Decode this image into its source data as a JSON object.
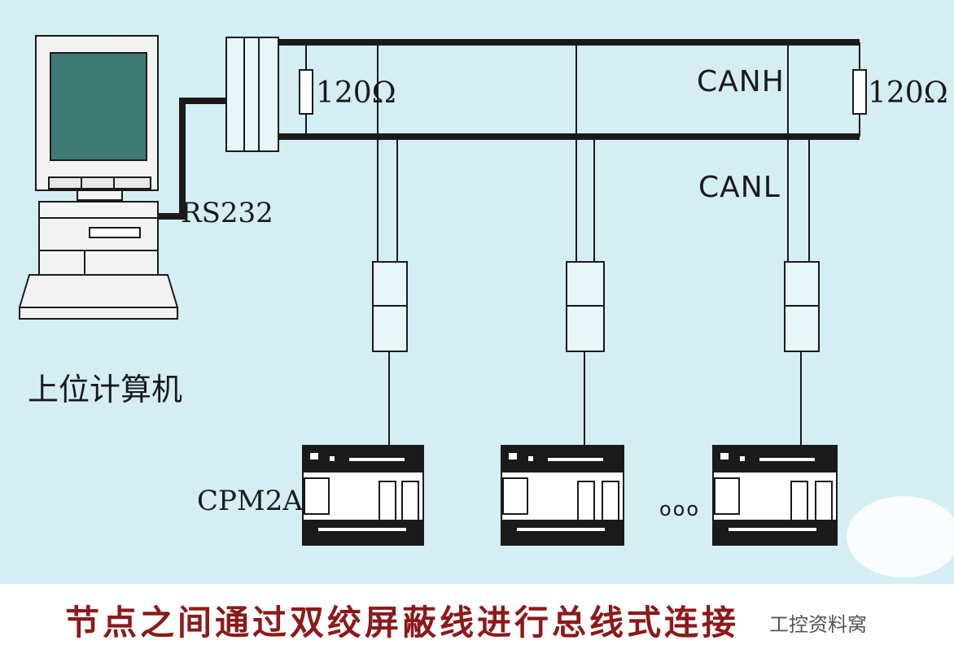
{
  "diagram": {
    "left_resistor_label": "120Ω",
    "right_resistor_label": "120Ω",
    "canh_label": "CANH",
    "canl_label": "CANL",
    "rs232_label": "RS232",
    "host_label": "上位计算机",
    "plc_label": "CPM2A",
    "ellipsis": "ooo"
  },
  "caption": "节点之间通过双绞屏蔽线进行总线式连接",
  "watermark": "工控资料窝",
  "colors": {
    "background": "#d4eef4",
    "line": "#1a1a1a",
    "caption": "#8b1a1a"
  }
}
